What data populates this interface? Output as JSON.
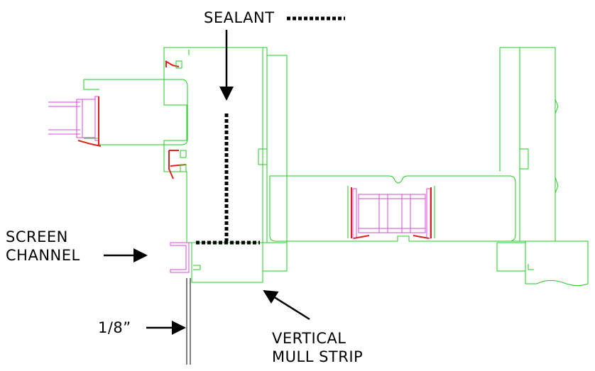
{
  "labels": {
    "sealant": "SEALANT",
    "screen_channel": [
      "SCREEN",
      "CHANNEL"
    ],
    "gap": "1/8”",
    "mull_strip": [
      "VERTICAL",
      "MULL STRIP"
    ]
  },
  "colors": {
    "frame": "#22cc22",
    "glazing": "#dd44dd",
    "gasket": "#dd2222",
    "annotation": "#000000"
  }
}
